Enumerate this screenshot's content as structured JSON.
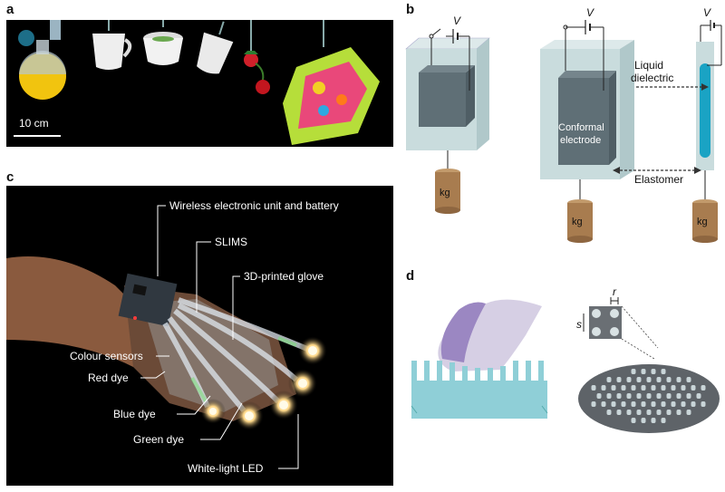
{
  "panels": {
    "a": {
      "letter": "a",
      "scale_bar_label": "10 cm"
    },
    "b": {
      "letter": "b",
      "voltage_symbol": "V",
      "weight_label": "kg",
      "conformal_electrode_line1": "Conformal",
      "conformal_electrode_line2": "electrode",
      "liquid_dielectric_line1": "Liquid",
      "liquid_dielectric_line2": "dielectric",
      "elastomer_label": "Elastomer"
    },
    "c": {
      "letter": "c",
      "labels": {
        "wireless_unit": "Wireless electronic unit and battery",
        "slims": "SLIMS",
        "printed_glove": "3D-printed glove",
        "colour_sensors": "Colour sensors",
        "red_dye": "Red dye",
        "blue_dye": "Blue dye",
        "green_dye": "Green dye",
        "white_led": "White-light LED"
      }
    },
    "d": {
      "letter": "d",
      "r_label": "r",
      "s_label": "s"
    }
  },
  "colors": {
    "photo_bg": "#000000",
    "box_fill": "#c9dcdd",
    "electrode_fill": "#5f6f76",
    "weight_fill": "#a87c4f",
    "dielectric_fill": "#1aa3c4",
    "arrow_color": "#333333",
    "substrate_fill": "#8fcfd7",
    "disc_fill": "#5e6368",
    "finger_fill": "#d6cfe4"
  }
}
